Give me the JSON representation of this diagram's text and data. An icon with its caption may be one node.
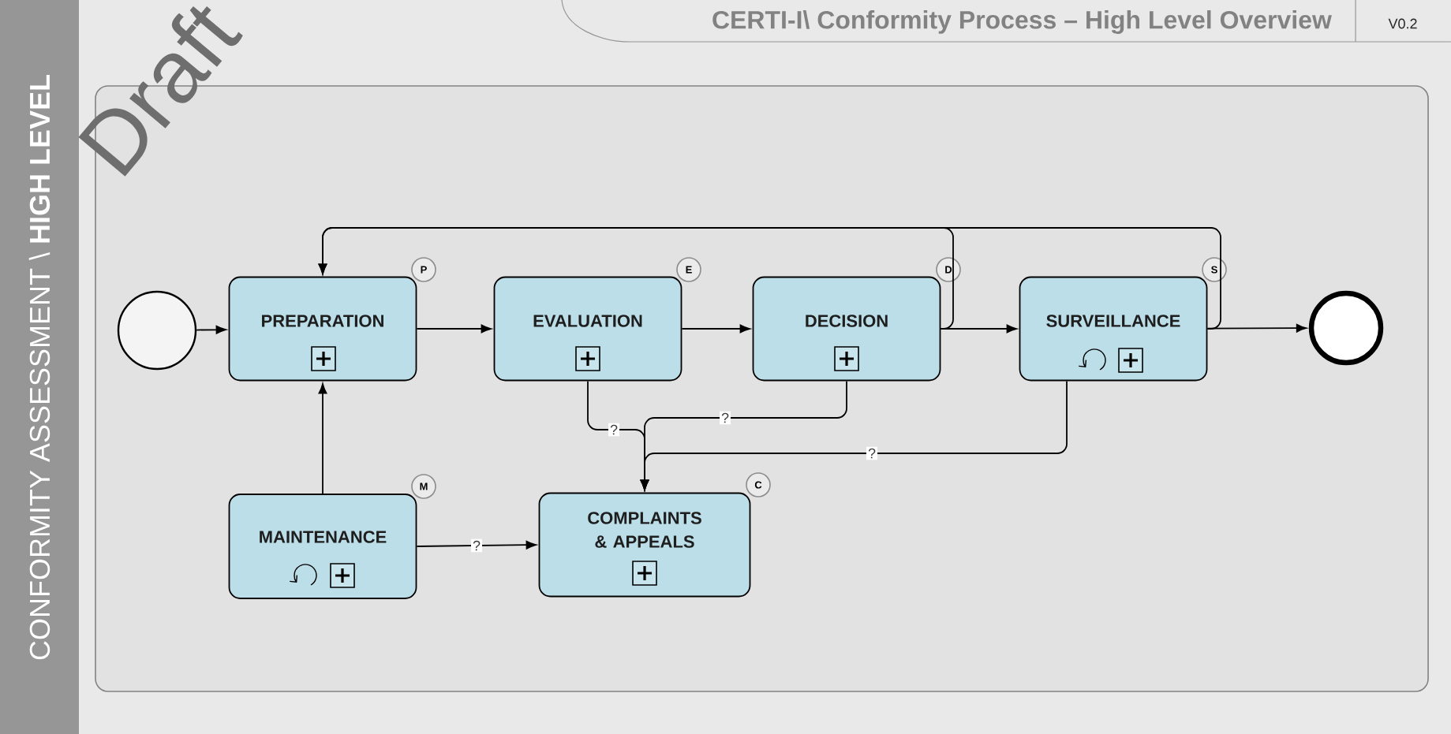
{
  "diagram": {
    "title": "CERTI-I\\ Conformity Process – High Level Overview",
    "nodes": [
      {
        "text": [],
        "shape": "circle"
      },
      {
        "text": [
          "PREPARATION"
        ],
        "beside": [
          "P"
        ]
      },
      {
        "text": [
          "EVALUATION"
        ],
        "beside": [
          "E"
        ]
      },
      {
        "text": [
          "DECISION"
        ],
        "beside": [
          "D"
        ]
      },
      {
        "text": [
          "SURVEILLANCE"
        ],
        "beside": [
          "S"
        ]
      },
      {
        "text": [],
        "shape": "circle"
      },
      {
        "text": [
          "MAINTENANCE"
        ],
        "beside": [
          "M"
        ]
      },
      {
        "text": [
          "COMPLAINTS & APPEALS"
        ],
        "beside": [
          "C"
        ]
      }
    ],
    "edges": [
      {
        "from": 0,
        "to": 1,
        "arrow": "to"
      },
      {
        "from": 1,
        "to": 2,
        "arrow": "to"
      },
      {
        "from": 2,
        "to": 3,
        "arrow": "to"
      },
      {
        "from": 3,
        "to": 4,
        "arrow": "to"
      },
      {
        "from": 4,
        "to": 5,
        "arrow": "to"
      },
      {
        "from": 3,
        "to": 1,
        "arrow": "to"
      },
      {
        "from": 4,
        "to": 1,
        "arrow": "to"
      },
      {
        "from": 6,
        "to": 1,
        "arrow": "to"
      },
      {
        "from": 6,
        "to": 7,
        "arrow": "to",
        "label": "?"
      },
      {
        "from": 2,
        "to": 7,
        "arrow": "to",
        "label": "?"
      },
      {
        "from": 3,
        "to": 7,
        "arrow": "to",
        "label": "?"
      },
      {
        "from": 4,
        "to": 7,
        "arrow": "to",
        "label": "?"
      }
    ],
    "labels": [
      "CONFORMITY ASSESSMENT \\ **HIGH LEVEL**",
      "V0.2",
      "Draft"
    ]
  }
}
